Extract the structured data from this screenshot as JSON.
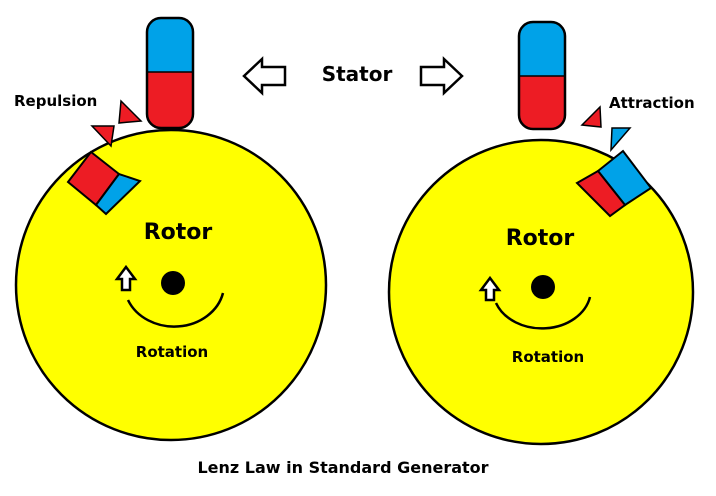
{
  "labels": {
    "stator": "Stator",
    "left_rotor": "Rotor",
    "right_rotor": "Rotor",
    "left_rotation": "Rotation",
    "right_rotation": "Rotation",
    "repulsion": "Repulsion",
    "attraction": "Attraction",
    "caption": "Lenz Law in Standard Generator"
  },
  "colors": {
    "rotor": "#ffff00",
    "pole_blue": "#00a2e8",
    "pole_red": "#ed1c24",
    "outline": "#000000",
    "hub": "#000000",
    "arrow_fill": "#ffffff"
  }
}
